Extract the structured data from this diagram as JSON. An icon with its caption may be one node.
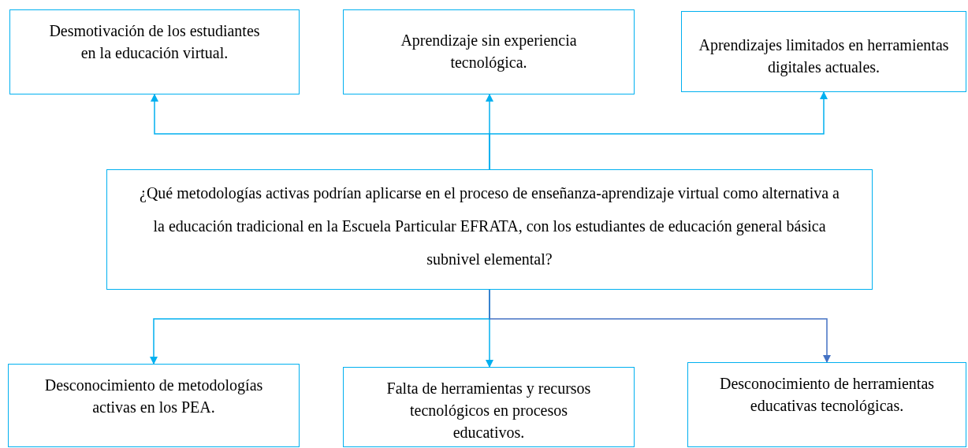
{
  "diagram": {
    "nodes": [
      {
        "text": [
          "Desmotivación de los estudiantes en la educación virtual."
        ]
      },
      {
        "text": [
          "Aprendizaje sin experiencia tecnológica."
        ]
      },
      {
        "text": [
          "Aprendizajes limitados en herramientas digitales actuales."
        ]
      },
      {
        "text": [
          "¿Qué metodologías activas podrían aplicarse en el proceso de enseñanza-aprendizaje virtual como alternativa a la educación tradicional en la Escuela Particular EFRATA, con los estudiantes de educación general básica subnivel elemental?"
        ]
      },
      {
        "text": [
          "Desconocimiento de metodologías activas en los PEA."
        ]
      },
      {
        "text": [
          "Falta de herramientas y recursos tecnológicos en procesos educativos."
        ]
      },
      {
        "text": [
          "Desconocimiento de herramientas educativas tecnológicas."
        ]
      }
    ],
    "edges": [
      {
        "from": 3,
        "to": 0,
        "arrow": "to"
      },
      {
        "from": 3,
        "to": 1,
        "arrow": "to"
      },
      {
        "from": 3,
        "to": 2,
        "arrow": "to"
      },
      {
        "from": 3,
        "to": 4,
        "arrow": "to"
      },
      {
        "from": 3,
        "to": 5,
        "arrow": "to"
      },
      {
        "from": 3,
        "to": 6,
        "arrow": "to",
        "color": "#4472c4"
      }
    ]
  }
}
